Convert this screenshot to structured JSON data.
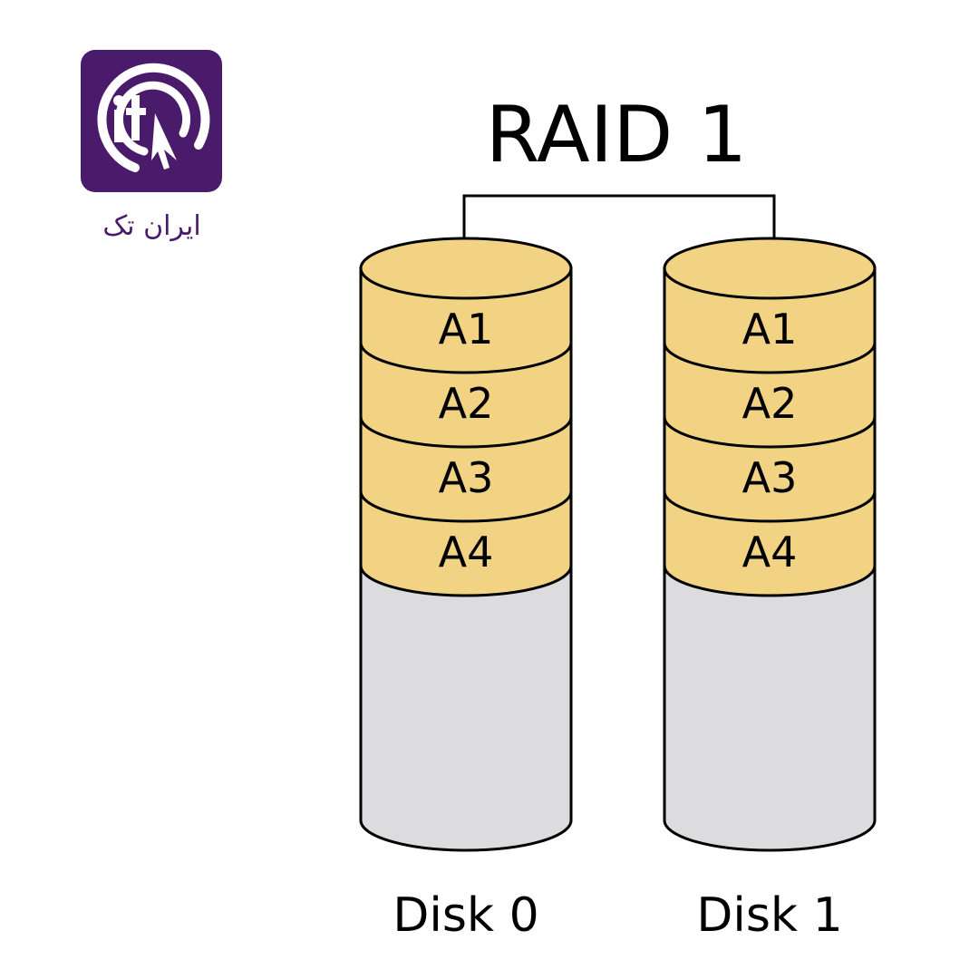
{
  "logo": {
    "icon": "irantech-logo-icon",
    "brand_text": "ایران تک",
    "bg_color": "#4a1a6b",
    "fg_color": "#ffffff"
  },
  "title": "RAID 1",
  "disks": [
    {
      "name": "Disk 0",
      "blocks": [
        "A1",
        "A2",
        "A3",
        "A4"
      ]
    },
    {
      "name": "Disk 1",
      "blocks": [
        "A1",
        "A2",
        "A3",
        "A4"
      ]
    }
  ],
  "colors": {
    "block_fill": "#f2d283",
    "empty_fill": "#dcdbde",
    "outline": "#000000"
  }
}
